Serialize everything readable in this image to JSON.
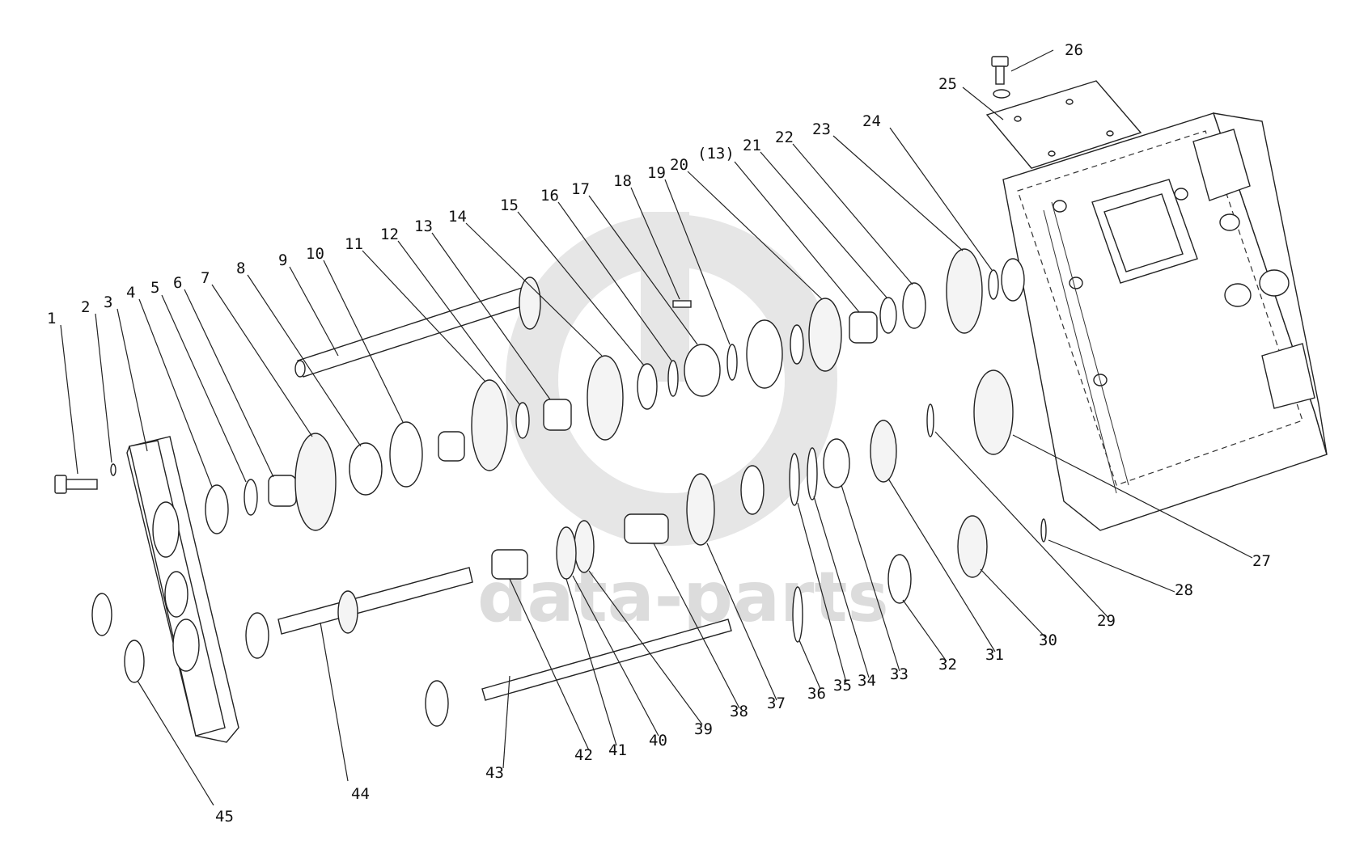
{
  "watermark": {
    "text": "data-parts",
    "color": "#d9d9d9"
  },
  "callouts": [
    {
      "id": "1",
      "label": "1"
    },
    {
      "id": "2",
      "label": "2"
    },
    {
      "id": "3",
      "label": "3"
    },
    {
      "id": "4",
      "label": "4"
    },
    {
      "id": "5",
      "label": "5"
    },
    {
      "id": "6",
      "label": "6"
    },
    {
      "id": "7",
      "label": "7"
    },
    {
      "id": "8",
      "label": "8"
    },
    {
      "id": "9",
      "label": "9"
    },
    {
      "id": "10",
      "label": "10"
    },
    {
      "id": "11",
      "label": "11"
    },
    {
      "id": "12",
      "label": "12"
    },
    {
      "id": "13",
      "label": "13"
    },
    {
      "id": "14",
      "label": "14"
    },
    {
      "id": "15",
      "label": "15"
    },
    {
      "id": "16",
      "label": "16"
    },
    {
      "id": "17",
      "label": "17"
    },
    {
      "id": "18",
      "label": "18"
    },
    {
      "id": "19",
      "label": "19"
    },
    {
      "id": "20",
      "label": "20"
    },
    {
      "id": "13b",
      "label": "(13)"
    },
    {
      "id": "21",
      "label": "21"
    },
    {
      "id": "22",
      "label": "22"
    },
    {
      "id": "23",
      "label": "23"
    },
    {
      "id": "24",
      "label": "24"
    },
    {
      "id": "25",
      "label": "25"
    },
    {
      "id": "26",
      "label": "26"
    },
    {
      "id": "27",
      "label": "27"
    },
    {
      "id": "28",
      "label": "28"
    },
    {
      "id": "29",
      "label": "29"
    },
    {
      "id": "30",
      "label": "30"
    },
    {
      "id": "31",
      "label": "31"
    },
    {
      "id": "32",
      "label": "32"
    },
    {
      "id": "33",
      "label": "33"
    },
    {
      "id": "34",
      "label": "34"
    },
    {
      "id": "35",
      "label": "35"
    },
    {
      "id": "36",
      "label": "36"
    },
    {
      "id": "37",
      "label": "37"
    },
    {
      "id": "38",
      "label": "38"
    },
    {
      "id": "39",
      "label": "39"
    },
    {
      "id": "40",
      "label": "40"
    },
    {
      "id": "41",
      "label": "41"
    },
    {
      "id": "42",
      "label": "42"
    },
    {
      "id": "43",
      "label": "43"
    },
    {
      "id": "44",
      "label": "44"
    },
    {
      "id": "45",
      "label": "45"
    }
  ]
}
